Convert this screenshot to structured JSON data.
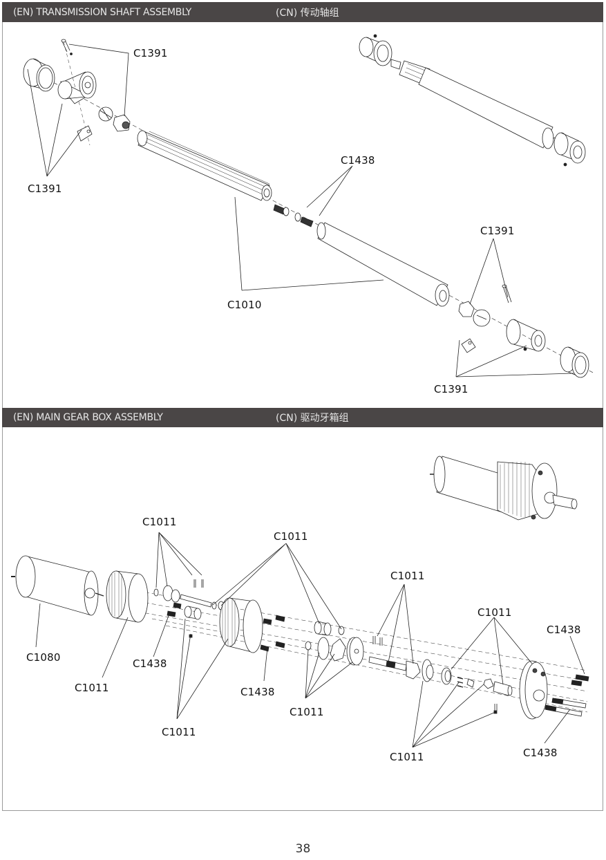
{
  "sections": [
    {
      "title_en": "(EN) TRANSMISSION SHAFT ASSEMBLY",
      "title_cn": "(CN) 传动轴组",
      "callouts": [
        "C1391",
        "C1391",
        "C1438",
        "C1010",
        "C1391",
        "C1391"
      ]
    },
    {
      "title_en": "(EN) MAIN GEAR BOX ASSEMBLY",
      "title_cn": "(CN) 驱动牙箱组",
      "callouts": [
        "C1011",
        "C1011",
        "C1011",
        "C1011",
        "C1438",
        "C1080",
        "C1438",
        "C1011",
        "C1438",
        "C1011",
        "C1011",
        "C1011",
        "C1438"
      ]
    }
  ],
  "colors": {
    "header_bg": "#4a4646",
    "header_text": "#e6e6e6",
    "line": "#222222",
    "frame": "#9a9a9a"
  },
  "page_number": "38"
}
